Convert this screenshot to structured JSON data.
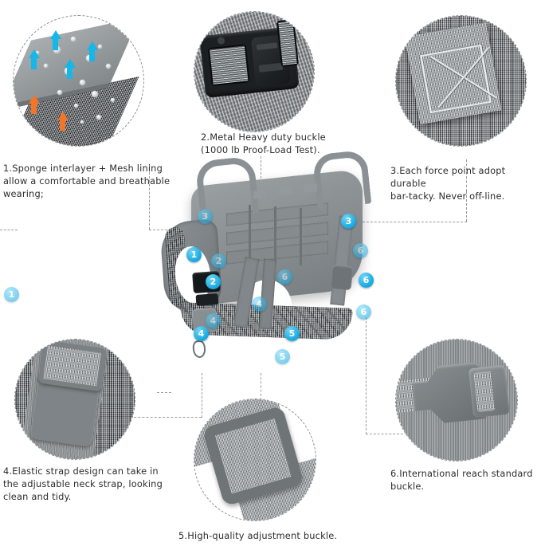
{
  "page": {
    "title": "Tactical Dog Harness Feature Infographic",
    "background_color": "#ffffff",
    "accent_color": "#16a8e0",
    "line_color": "#9a9a9a",
    "text_color": "#2d2d2d"
  },
  "features": [
    {
      "number": "1",
      "caption": "1.Sponge interlayer + Mesh lining\nallow a comfortable and breathable\nwearing;",
      "detail_name": "sponge-interlayer-mesh-lining",
      "position": "top-left"
    },
    {
      "number": "2",
      "caption": "2.Metal Heavy duty buckle\n(1000 lb Proof-Load Test).",
      "detail_name": "metal-heavy-duty-buckle",
      "position": "top-center"
    },
    {
      "number": "3",
      "caption": "3.Each force point adopt durable\nbar-tacky. Never off-line.",
      "detail_name": "bar-tack-stitching",
      "position": "top-right"
    },
    {
      "number": "4",
      "caption": "4.Elastic strap design can take in\nthe adjustable neck strap, looking\nclean and tidy.",
      "detail_name": "elastic-strap-keeper",
      "position": "bottom-left"
    },
    {
      "number": "5",
      "caption": "5.High-quality adjustment buckle.",
      "detail_name": "adjustment-slider-buckle",
      "position": "bottom-center"
    },
    {
      "number": "6",
      "caption": "6.International reach standard\nbuckle.",
      "detail_name": "side-release-buckle",
      "position": "bottom-right"
    }
  ],
  "product": {
    "name": "tactical-dog-harness",
    "color_description": "gray"
  },
  "badges": {
    "b1": "1",
    "b2": "2",
    "b3": "3",
    "b4": "4",
    "b5": "5",
    "b6": "6",
    "g1": "3",
    "g2": "1",
    "g3": "2",
    "g4": "4",
    "g5": "5",
    "g6": "6",
    "g7": "6"
  }
}
